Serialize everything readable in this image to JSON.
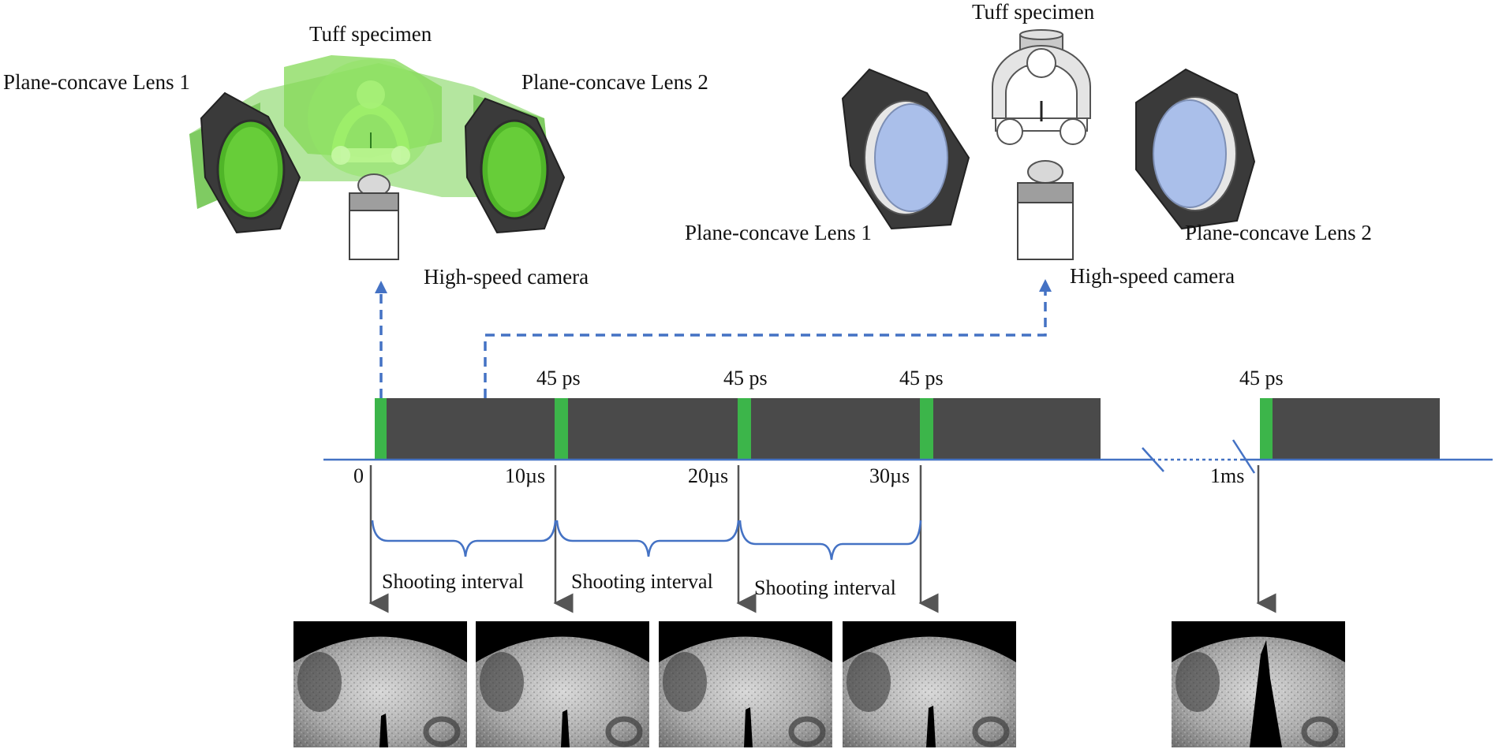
{
  "left_setup": {
    "specimen_label": "Tuff specimen",
    "lens1_label": "Plane-concave Lens 1",
    "lens2_label": "Plane-concave Lens 2",
    "camera_label": "High-speed camera"
  },
  "right_setup": {
    "specimen_label": "Tuff specimen",
    "lens1_label": "Plane-concave Lens 1",
    "lens2_label": "Plane-concave Lens 2",
    "camera_label": "High-speed camera"
  },
  "timeline": {
    "exposure_labels": [
      "45 ps",
      "45 ps",
      "45 ps",
      "45 ps"
    ],
    "time_labels": [
      "0",
      "10µs",
      "20µs",
      "30µs",
      "1ms"
    ],
    "interval_labels": [
      "Shooting interval",
      "Shooting interval",
      "Shooting interval"
    ]
  },
  "colors": {
    "beam_green": "#5ec832",
    "pulse_green": "#3cb54a",
    "bar_gray": "#4a4a4a",
    "line_blue": "#4472c4",
    "lens_blue": "#aabfea",
    "hex_frame": "#3a3a3a"
  }
}
